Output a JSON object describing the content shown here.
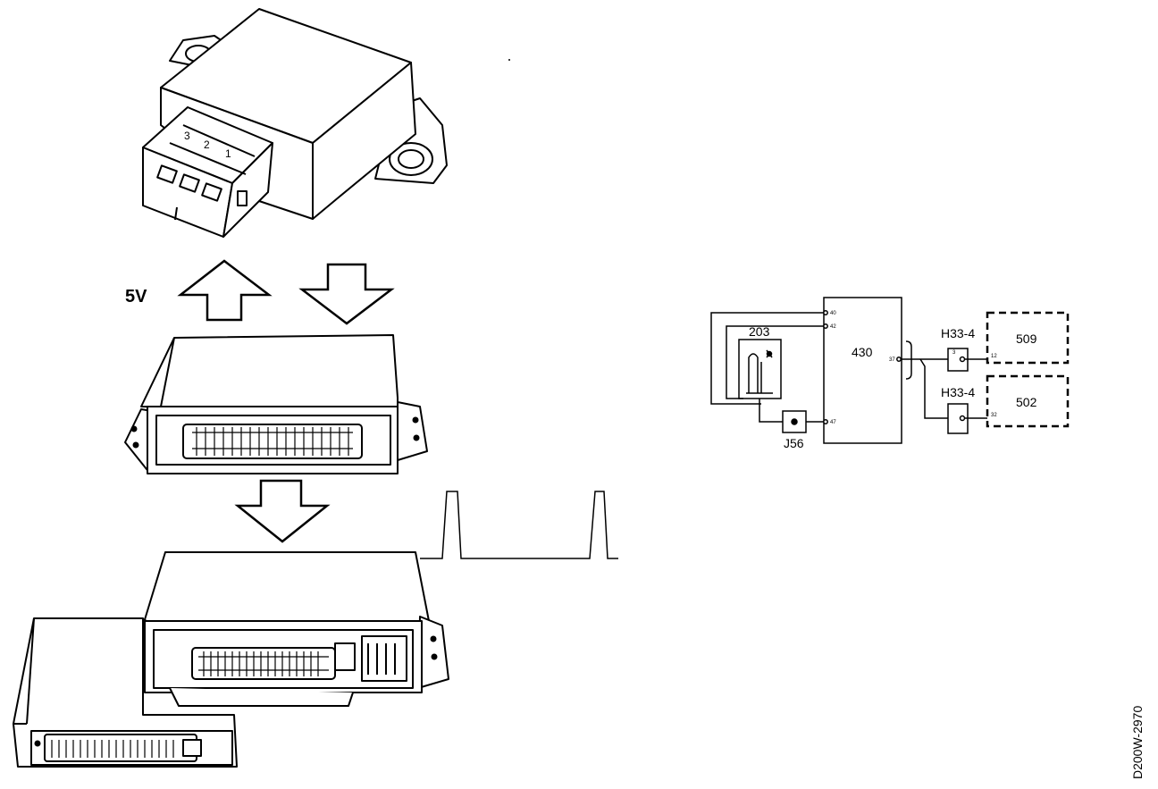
{
  "figure_id": "D200W-2970",
  "supply_voltage_label": "5V",
  "schematic": {
    "control_unit": "430",
    "sensor": "203",
    "test_connector": "J56",
    "connector_top": "H33-4",
    "connector_bottom": "H33-4",
    "component_top": "509",
    "component_bottom": "502",
    "pins": {
      "cu_in_top": "40",
      "cu_in_second": "42",
      "cu_test": "47",
      "cu_out": "37",
      "connector_top_pin": "3",
      "component_top_pin": "12",
      "component_bottom_pin": "32"
    }
  }
}
